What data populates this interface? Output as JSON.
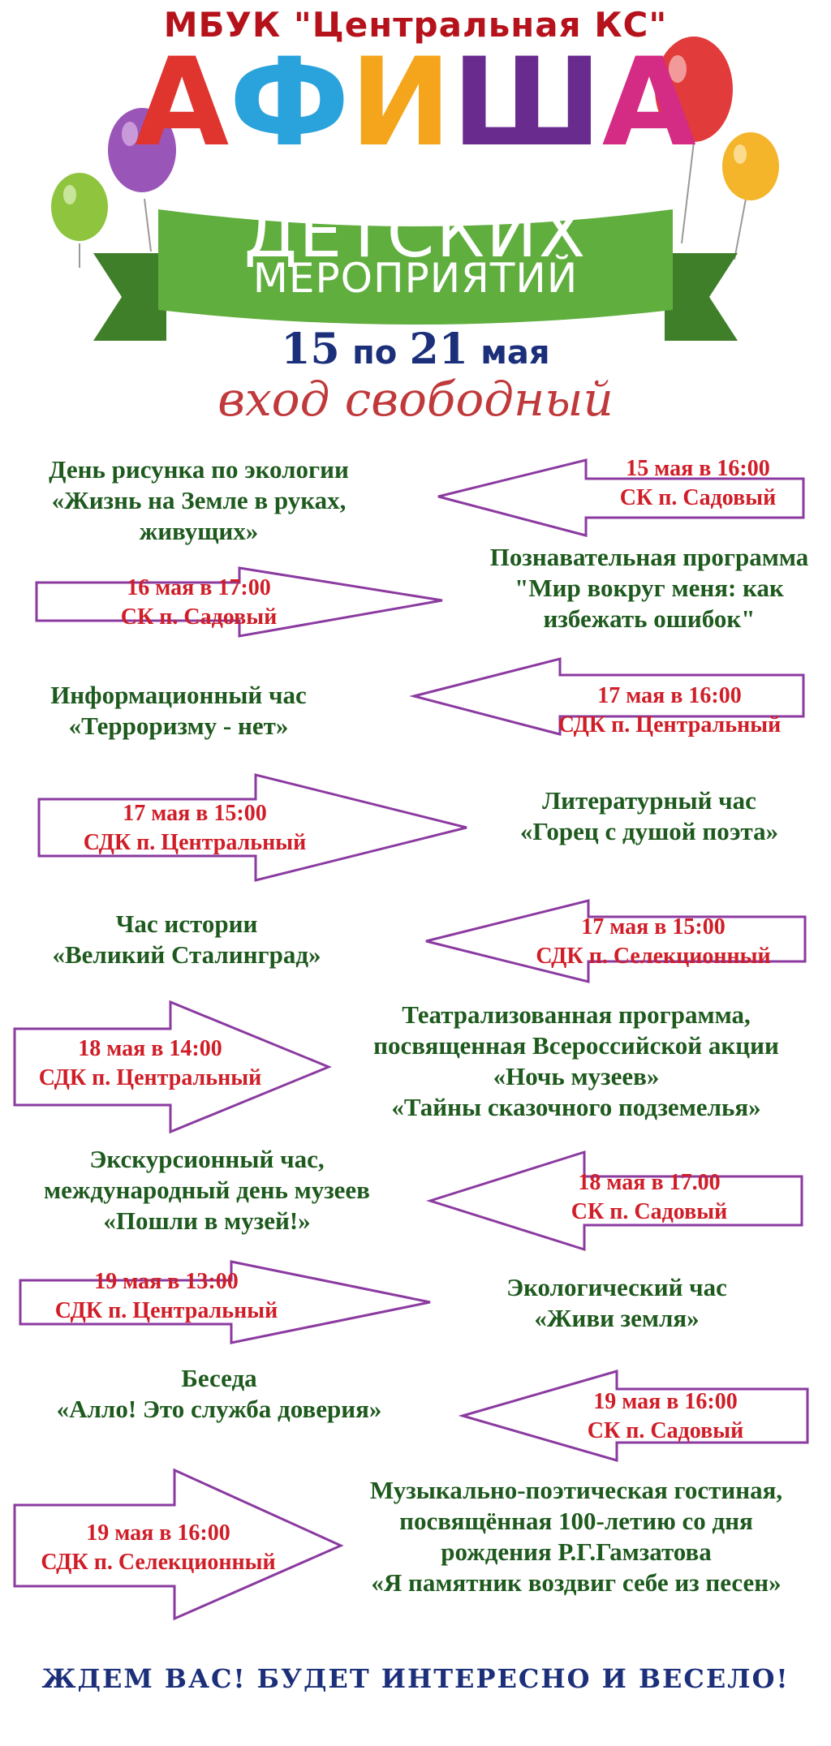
{
  "header": {
    "org": "МБУК \"Центральная КС\"",
    "title_letters": [
      {
        "ch": "А",
        "color": "#e0342f"
      },
      {
        "ch": "Ф",
        "color": "#2aa3dc"
      },
      {
        "ch": "И",
        "color": "#f4a51c"
      },
      {
        "ch": "Ш",
        "color": "#6a2b8f"
      },
      {
        "ch": "А",
        "color": "#d42b84"
      }
    ],
    "banner_line1": "ДЕТСКИХ",
    "banner_line2": "МЕРОПРИЯТИЙ",
    "dates_from": "15",
    "dates_mid": "по",
    "dates_to": "21",
    "dates_month": "мая",
    "admission": "вход свободный"
  },
  "colors": {
    "event_text": "#1e5a1e",
    "time_text": "#d01e28",
    "arrow_stroke": "#8b3aa0",
    "banner": "#5fae3e",
    "banner_dark": "#3f7f2a"
  },
  "events": [
    {
      "title_lines": [
        "День  рисунка по экологии",
        "«Жизнь на Земле в руках,",
        "живущих»"
      ],
      "time": "15 мая в 16:00",
      "place": "СК п. Садовый"
    },
    {
      "title_lines": [
        "Познавательная программа",
        "\"Мир вокруг меня: как",
        "избежать ошибок\""
      ],
      "time": "16 мая в 17:00",
      "place": "СК п. Садовый"
    },
    {
      "title_lines": [
        "Информационный час",
        "«Терроризму - нет»"
      ],
      "time": "17 мая в 16:00",
      "place": "СДК п. Центральный"
    },
    {
      "title_lines": [
        "Литературный час",
        "«Горец с душой поэта»"
      ],
      "time": "17 мая в 15:00",
      "place": "СДК п. Центральный"
    },
    {
      "title_lines": [
        "Час истории",
        "«Великий Сталинград»"
      ],
      "time": "17 мая в 15:00",
      "place": "СДК п. Селекционный"
    },
    {
      "title_lines": [
        "Театрализованная программа,",
        "посвященная Всероссийской акции",
        "«Ночь музеев»",
        "«Тайны сказочного подземелья»"
      ],
      "time": "18 мая в 14:00",
      "place": "СДК п. Центральный"
    },
    {
      "title_lines": [
        "Экскурсионный час,",
        "международный день музеев",
        "«Пошли в музей!»"
      ],
      "time": "18 мая в 17.00",
      "place": "СК п. Садовый"
    },
    {
      "title_lines": [
        "Экологический час",
        "«Живи земля»"
      ],
      "time": "19 мая в 13:00",
      "place": "СДК п. Центральный"
    },
    {
      "title_lines": [
        "Беседа",
        "«Алло! Это служба доверия»"
      ],
      "time": "19 мая в 16:00",
      "place": "СК п. Садовый"
    },
    {
      "title_lines": [
        "Музыкально-поэтическая гостиная,",
        "посвящённая 100-летию со дня",
        "рождения Р.Г.Гамзатова",
        "«Я памятник воздвиг себе из песен»"
      ],
      "time": "19 мая в 16:00",
      "place": "СДК п. Селекционный"
    }
  ],
  "footer": "ЖДЕМ ВАС! БУДЕТ ИНТЕРЕСНО И ВЕСЕЛО!"
}
